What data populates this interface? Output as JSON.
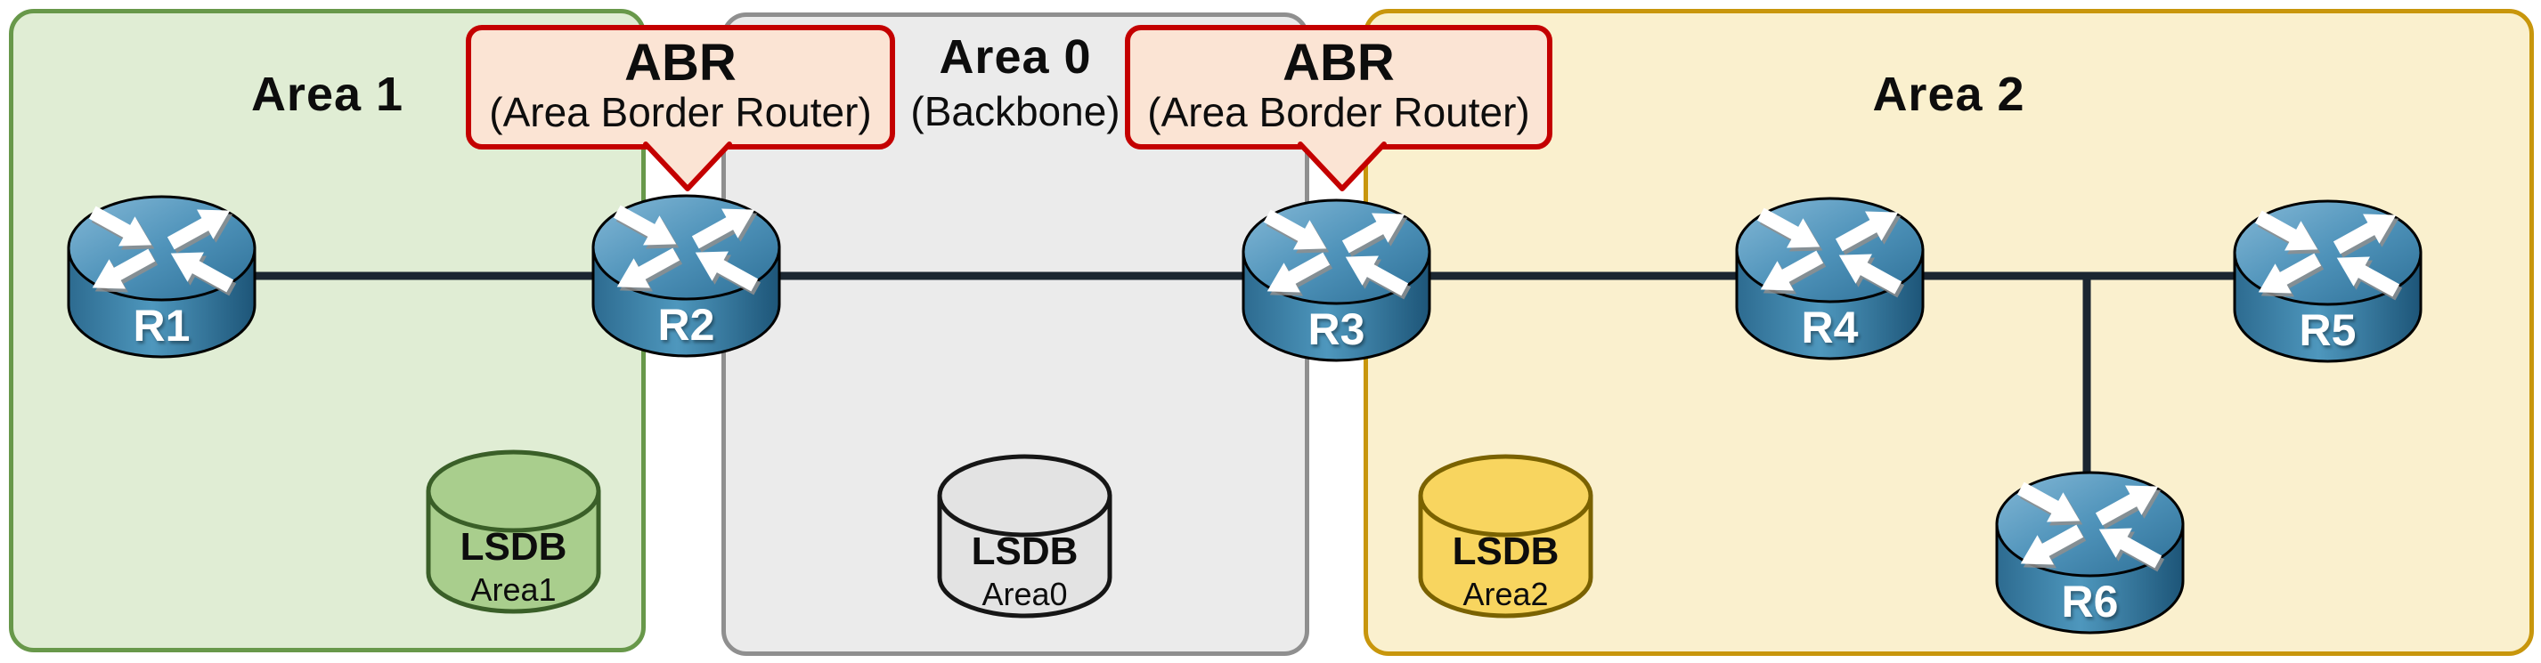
{
  "areas": [
    {
      "title": "Area 1",
      "lsdb_label": "LSDB",
      "lsdb_sublabel": "Area1"
    },
    {
      "title": "Area 0",
      "subtitle": "(Backbone)",
      "lsdb_label": "LSDB",
      "lsdb_sublabel": "Area0"
    },
    {
      "title": "Area 2",
      "lsdb_label": "LSDB",
      "lsdb_sublabel": "Area2"
    }
  ],
  "routers": [
    {
      "label": "R1"
    },
    {
      "label": "R2"
    },
    {
      "label": "R3"
    },
    {
      "label": "R4"
    },
    {
      "label": "R5"
    },
    {
      "label": "R6"
    }
  ],
  "callouts": [
    {
      "title": "ABR",
      "subtitle": "(Area Border Router)",
      "points_to": "R2"
    },
    {
      "title": "ABR",
      "subtitle": "(Area Border Router)",
      "points_to": "R3"
    }
  ],
  "links": [
    {
      "from": "R1",
      "to": "R2"
    },
    {
      "from": "R2",
      "to": "R3"
    },
    {
      "from": "R3",
      "to": "R4"
    },
    {
      "from": "R4",
      "to": "R5"
    },
    {
      "from": "R4-R5 segment",
      "to": "R6"
    }
  ],
  "colors": {
    "text-color": "#0d0d0d",
    "area1-fill": "#e0edd4",
    "area1-border": "#68984a",
    "area0-fill": "#ebebeb",
    "area0-border": "#8f8f8f",
    "area2-fill": "#faf0ce",
    "area2-border": "#c8960c",
    "callout-fill": "#fbe4d4",
    "callout-border": "#c40000",
    "link-color": "#1b2631",
    "lsdb1-fill": "#a9ce8d",
    "lsdb1-border": "#3a5f28",
    "lsdb0-fill": "#e3e3e3",
    "lsdb0-border": "#161616",
    "lsdb2-fill": "#f8d55f",
    "lsdb2-border": "#7a6200"
  }
}
